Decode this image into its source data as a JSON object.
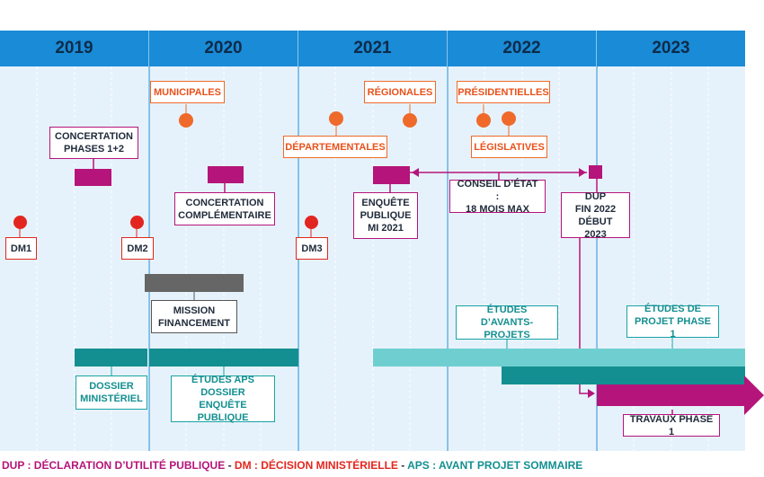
{
  "years": [
    "2019",
    "2020",
    "2021",
    "2022",
    "2023"
  ],
  "elections": {
    "municipales": "MUNICIPALES",
    "regionales": "RÉGIONALES",
    "presidentielles": "PRÉSIDENTIELLES",
    "departementales": "DÉPARTEMENTALES",
    "legislatives": "LÉGISLATIVES"
  },
  "milestones": {
    "dm1": "DM1",
    "dm2": "DM2",
    "dm3": "DM3"
  },
  "labels": {
    "concertation_phases": [
      "CONCERTATION",
      "PHASES 1+2"
    ],
    "concertation_complementaire": [
      "CONCERTATION",
      "COMPLÉMENTAIRE"
    ],
    "enquete_publique": [
      "ENQUÊTE",
      "PUBLIQUE",
      "MI 2021"
    ],
    "conseil_etat": [
      "CONSEIL D’ÉTAT :",
      "18 MOIS MAX"
    ],
    "dup": [
      "DUP",
      "FIN 2022",
      "DÉBUT 2023"
    ],
    "mission_financement": [
      "MISSION",
      "FINANCEMENT"
    ],
    "etudes_avants_projets": [
      "ÉTUDES",
      "D’AVANTS-PROJETS"
    ],
    "etudes_projet_phase1": [
      "ÉTUDES DE",
      "PROJET PHASE 1"
    ],
    "dossier_ministeriel": [
      "DOSSIER",
      "MINISTÉRIEL"
    ],
    "etudes_aps": [
      "ÉTUDES APS",
      "DOSSIER ENQUÊTE",
      "PUBLIQUE"
    ],
    "travaux_phase1": "TRAVAUX PHASE 1"
  },
  "footer": {
    "dup": "DUP : DÉCLARATION D’UTILITÉ PUBLIQUE",
    "sep1": " - ",
    "dm": "DM : DÉCISION MINISTÉRIELLE",
    "sep2": " - ",
    "aps": "APS : AVANT PROJET SOMMAIRE"
  },
  "colors": {
    "header_blue": "#1a8bd6",
    "background": "#e6f2fb",
    "orange": "#ef6a2a",
    "red": "#e2261f",
    "magenta": "#b5147a",
    "gray": "#666666",
    "teal_dark": "#138f91",
    "teal_light": "#6fcfd0"
  }
}
